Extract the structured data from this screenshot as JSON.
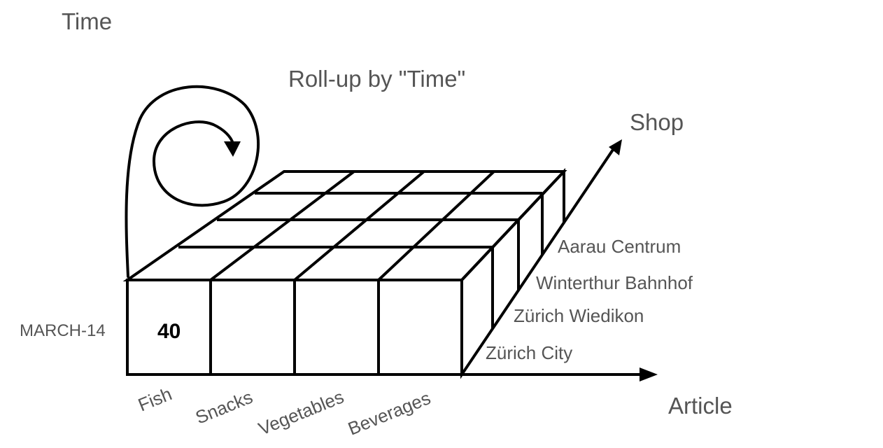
{
  "axes": {
    "time": "Time",
    "shop": "Shop",
    "article": "Article"
  },
  "operation_title": "Roll-up by \"Time\"",
  "shops": [
    "Zürich City",
    "Zürich Wiedikon",
    "Winterthur Bahnhof",
    "Aarau Centrum"
  ],
  "articles": [
    "Fish",
    "Snacks",
    "Vegetables",
    "Beverages"
  ],
  "time_value": "MARCH-14",
  "cell_value": "40"
}
